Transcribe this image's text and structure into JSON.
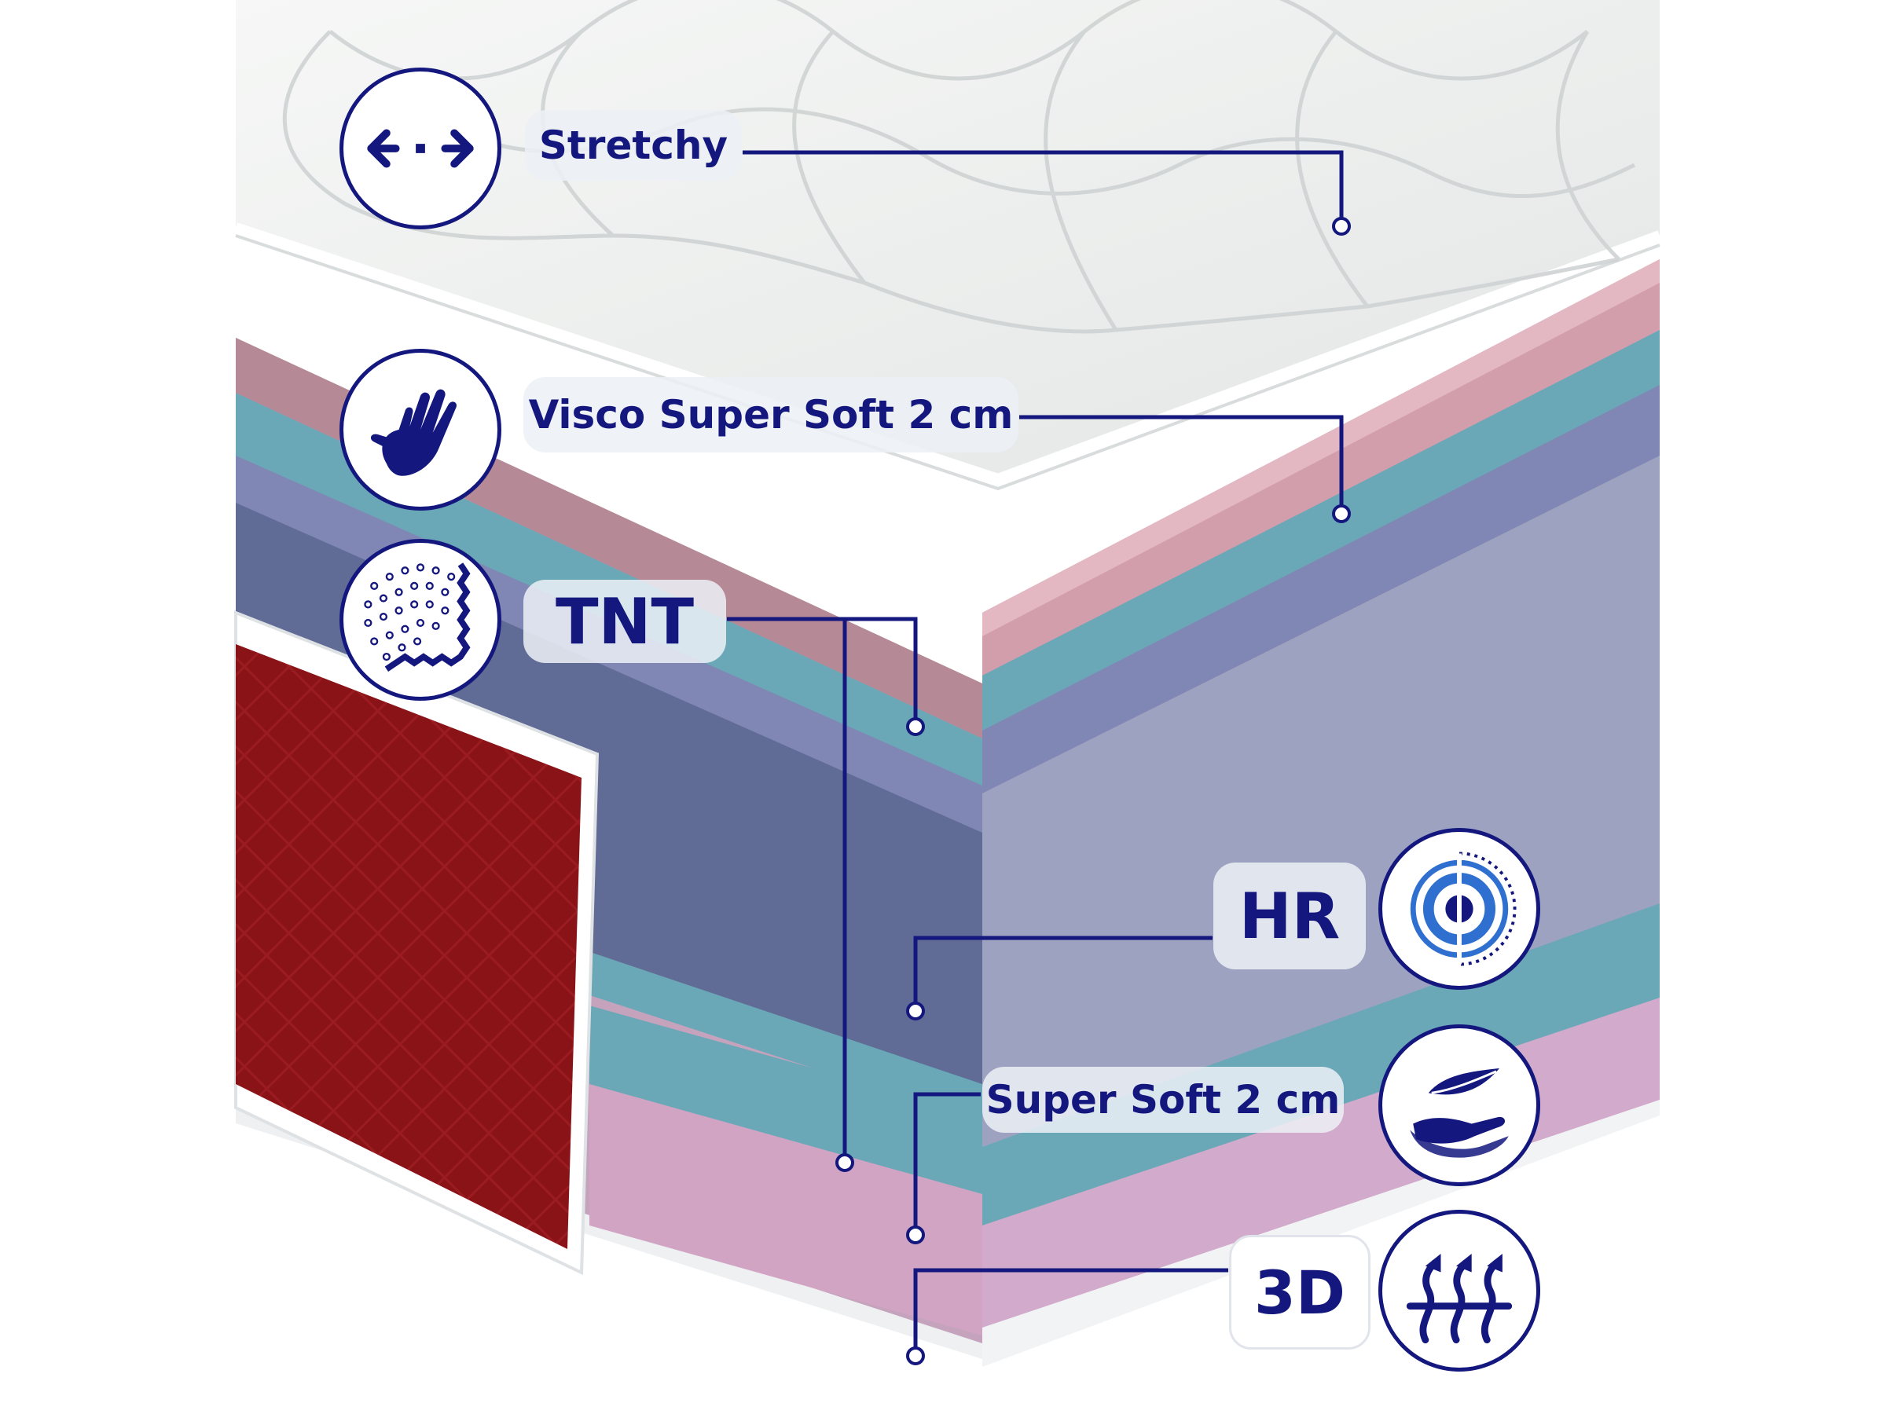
{
  "colors": {
    "brand_navy": "#14187e",
    "cover_white": "#eef0ef",
    "visco_pink": "#d29eab",
    "tnt_teal": "#6aa7b7",
    "hr_lavender": "#9ea2c1",
    "hr_slate": "#606b96",
    "super_soft_pink": "#c79db8",
    "side_fabric_red": "#8c1419"
  },
  "layers": [
    {
      "label": "Stretchy",
      "icon": "stretch-arrows-icon"
    },
    {
      "label": "Visco Super Soft 2 cm",
      "icon": "hand-print-icon"
    },
    {
      "label": "TNT",
      "icon": "non-woven-dots-icon"
    },
    {
      "label": "HR",
      "icon": "concentric-circles-icon"
    },
    {
      "label": "Super Soft 2 cm",
      "icon": "feather-hand-icon"
    },
    {
      "label": "3D",
      "icon": "airflow-waves-icon"
    }
  ]
}
